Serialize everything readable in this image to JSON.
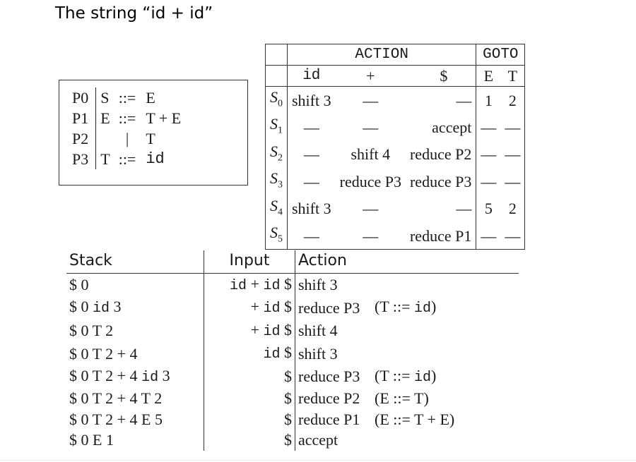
{
  "title": "The string “id + id”",
  "grammar": [
    {
      "name": "P0",
      "lhs": "S",
      "sep": "::=",
      "rhs": "E"
    },
    {
      "name": "P1",
      "lhs": "E",
      "sep": "::=",
      "rhs": "T + E"
    },
    {
      "name": "P2",
      "lhs": "",
      "sep": "|",
      "rhs": "T"
    },
    {
      "name": "P3",
      "lhs": "T",
      "sep": "::=",
      "rhs": "id"
    }
  ],
  "parse_table": {
    "action_header": "ACTION",
    "goto_header": "GOTO",
    "action_cols": [
      "id",
      "+",
      "$"
    ],
    "goto_cols": [
      "E",
      "T"
    ],
    "rows": [
      {
        "state": "S0",
        "cells": [
          "shift 3",
          "—",
          "—",
          "1",
          "2"
        ]
      },
      {
        "state": "S1",
        "cells": [
          "—",
          "—",
          "accept",
          "—",
          "—"
        ]
      },
      {
        "state": "S2",
        "cells": [
          "—",
          "shift 4",
          "reduce P2",
          "—",
          "—"
        ]
      },
      {
        "state": "S3",
        "cells": [
          "—",
          "reduce P3",
          "reduce P3",
          "—",
          "—"
        ]
      },
      {
        "state": "S4",
        "cells": [
          "shift 3",
          "—",
          "—",
          "5",
          "2"
        ]
      },
      {
        "state": "S5",
        "cells": [
          "—",
          "—",
          "reduce P1",
          "—",
          "—"
        ]
      }
    ]
  },
  "trace": {
    "headers": {
      "stack": "Stack",
      "input": "Input",
      "action": "Action"
    },
    "rows": [
      {
        "stack": "$ 0",
        "input": "id + id $",
        "action": "shift 3",
        "note": ""
      },
      {
        "stack": "$ 0 id 3",
        "input": "+ id $",
        "action": "reduce P3",
        "note": "(T ::= id)"
      },
      {
        "stack": "$ 0 T 2",
        "input": "+ id $",
        "action": "shift 4",
        "note": ""
      },
      {
        "stack": "$ 0 T 2 + 4",
        "input": "id $",
        "action": "shift 3",
        "note": ""
      },
      {
        "stack": "$ 0 T 2 + 4 id 3",
        "input": "$",
        "action": "reduce P3",
        "note": "(T ::= id)"
      },
      {
        "stack": "$ 0 T 2 + 4 T 2",
        "input": "$",
        "action": "reduce P2",
        "note": "(E ::= T)"
      },
      {
        "stack": "$ 0 T 2 + 4 E 5",
        "input": "$",
        "action": "reduce P1",
        "note": "(E ::= T + E)"
      },
      {
        "stack": "$ 0 E 1",
        "input": "$",
        "action": "accept",
        "note": ""
      }
    ]
  }
}
